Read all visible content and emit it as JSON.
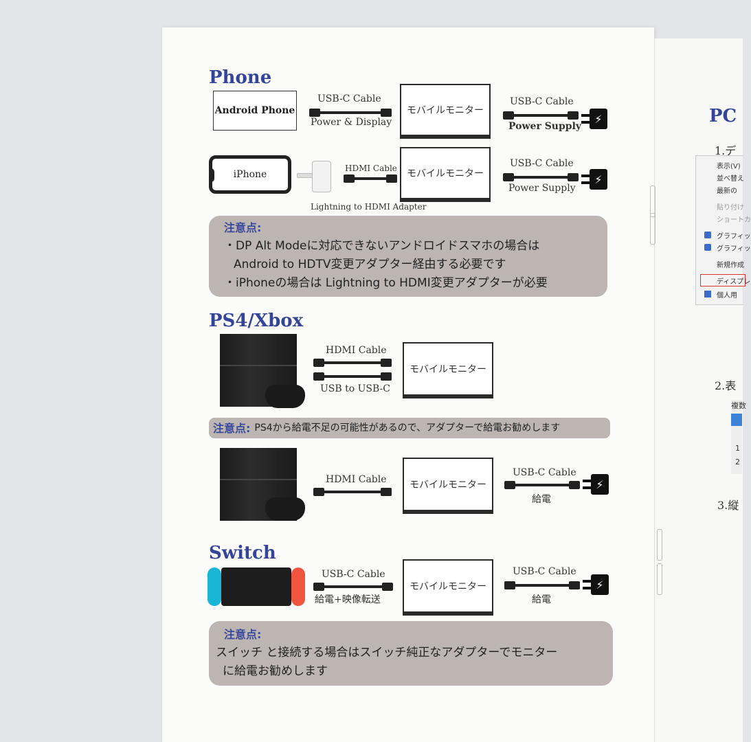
{
  "phone_section": {
    "heading": "Phone",
    "android_label": "Android Phone",
    "iphone_label": "iPhone",
    "row1_cable_top": "USB-C Cable",
    "row1_cable_bottom": "Power & Display",
    "monitor_label": "モバイルモニター",
    "row1_power_top": "USB-C Cable",
    "row1_power_bottom": "Power Supply",
    "row2_hdmi": "HDMI Cable",
    "row2_power_top": "USB-C Cable",
    "row2_power_bottom": "Power Supply",
    "adapter_label": "Lightning to HDMI Adapter",
    "note_title": "注意点:",
    "note_line1": "・DP Alt Modeに対応できないアンドロイドスマホの場合は",
    "note_line2": "Android to HDTV変更アダプター経由する必要です",
    "note_line3": "・iPhoneの場合は Lightning to HDMI変更アダプターが必要"
  },
  "ps4_section": {
    "heading": "PS4/Xbox",
    "row1_cable_top": "HDMI Cable",
    "row1_cable_bottom": "USB to USB-C",
    "monitor_label": "モバイルモニター",
    "note_title": "注意点:",
    "note_text": "PS4から給電不足の可能性があるので、アダプターで給電お勧めします",
    "row2_cable": "HDMI Cable",
    "row2_power_top": "USB-C Cable",
    "row2_power_bottom": "給電"
  },
  "switch_section": {
    "heading": "Switch",
    "cable_top": "USB-C Cable",
    "cable_bottom": "給電+映像転送",
    "monitor_label": "モバイルモニター",
    "power_top": "USB-C Cable",
    "power_bottom": "給電",
    "note_title": "注意点:",
    "note_line1": "スイッチ と接続する場合はスイッチ純正なアダプターでモニター",
    "note_line2": "に給電お勧めします"
  },
  "right_page": {
    "heading": "PC",
    "step1": "1.デ",
    "menu_items": [
      "表示(V)",
      "並べ替え",
      "最新の",
      "貼り付け",
      "ショートカ",
      "グラフィッ",
      "グラフィッ",
      "新規作成",
      "ディスプレ",
      "個人用"
    ],
    "step2": "2.表",
    "table_header": "複数",
    "table_rows": [
      "1",
      "2"
    ],
    "step3": "3.縦"
  },
  "colors": {
    "heading": "#34449a",
    "note_bg": "#bcb5b2",
    "joycon_left": "#19b6d6",
    "joycon_right": "#f0553f"
  }
}
